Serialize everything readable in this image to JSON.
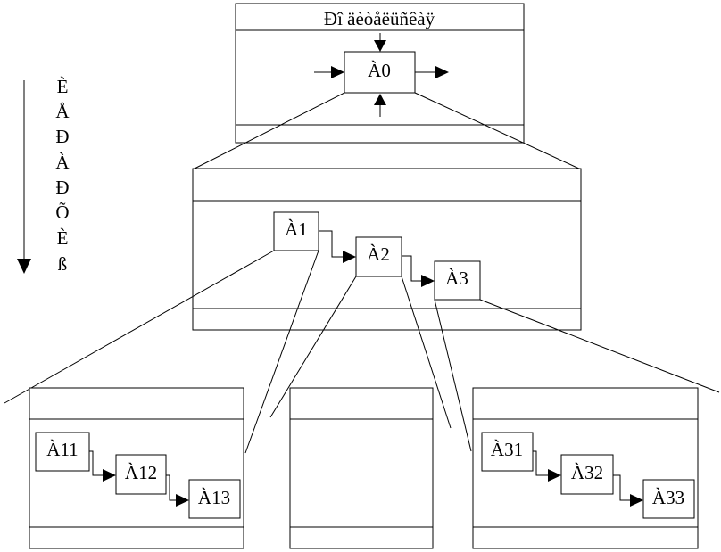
{
  "diagram": {
    "title": "Ðî äèòåëüñêàÿ",
    "vertical_label_chars": [
      "È",
      "Å",
      "Ð",
      "À",
      "Ð",
      "Õ",
      "È",
      "ß"
    ],
    "root_block": "À0",
    "level1_blocks": [
      "À1",
      "À2",
      "À3"
    ],
    "level2_left_blocks": [
      "À11",
      "À12",
      "À13"
    ],
    "level2_right_blocks": [
      "À31",
      "À32",
      "À33"
    ]
  }
}
